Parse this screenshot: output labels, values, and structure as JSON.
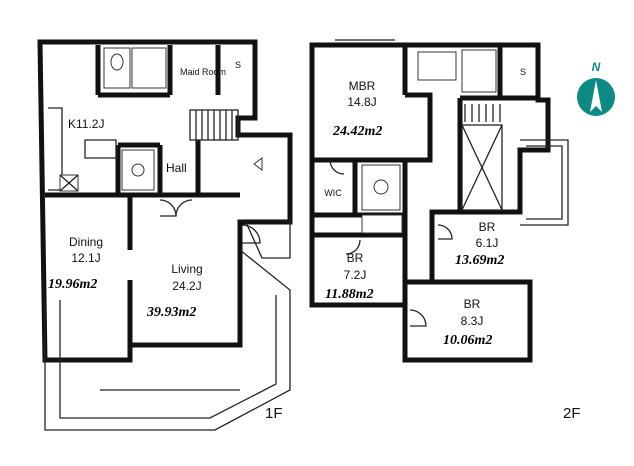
{
  "floor1": {
    "label": "1F",
    "rooms": {
      "maid": "Maid Room",
      "storage": "S",
      "kitchen": "K11.2J",
      "hall": "Hall",
      "dining_name": "Dining",
      "dining_size": "12.1J",
      "living_name": "Living",
      "living_size": "24.2J"
    },
    "areas": {
      "dining": "19.96m2",
      "living": "39.93m2"
    }
  },
  "floor2": {
    "label": "2F",
    "rooms": {
      "mbr_name": "MBR",
      "mbr_size": "14.8J",
      "storage": "S",
      "wic": "WIC",
      "br1_name": "BR",
      "br1_size": "7.2J",
      "br2_name": "BR",
      "br2_size": "6.1J",
      "br3_name": "BR",
      "br3_size": "8.3J"
    },
    "areas": {
      "mbr": "24.42m2",
      "br1": "11.88m2",
      "br2": "13.69m2",
      "br3": "10.06m2"
    }
  },
  "compass": {
    "label": "N",
    "color": "#0b8a84"
  }
}
